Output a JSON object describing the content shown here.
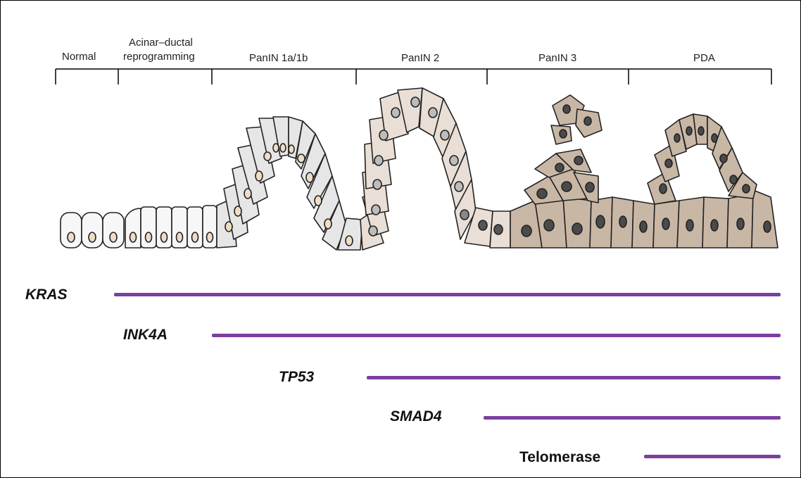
{
  "stages": [
    {
      "id": "normal",
      "label": "Normal"
    },
    {
      "id": "adm",
      "label_line1": "Acinar–ductal",
      "label_line2": "reprogramming"
    },
    {
      "id": "panin1",
      "label": "PanIN 1a/1b"
    },
    {
      "id": "panin2",
      "label": "PanIN 2"
    },
    {
      "id": "panin3",
      "label": "PanIN 3"
    },
    {
      "id": "pda",
      "label": "PDA"
    }
  ],
  "genes": [
    {
      "name": "KRAS",
      "italic": true,
      "onset_stage": "Normal/ADM boundary"
    },
    {
      "name": "INK4A",
      "italic": true,
      "onset_stage": "PanIN 1a/1b"
    },
    {
      "name": "TP53",
      "italic": true,
      "onset_stage": "PanIN 2"
    },
    {
      "name": "SMAD4",
      "italic": true,
      "onset_stage": "PanIN 3"
    },
    {
      "name": "Telomerase",
      "italic": false,
      "onset_stage": "PDA"
    }
  ],
  "colors": {
    "bar": "#7b3fa0",
    "cell_normal": "#f7f7f7",
    "cell_panin1": "#e6e6e6",
    "cell_panin2": "#e9dfd6",
    "cell_tumor": "#c9b7a6",
    "nucleus_light": "#efdcc4",
    "nucleus_dark": "#4a4a4a"
  }
}
